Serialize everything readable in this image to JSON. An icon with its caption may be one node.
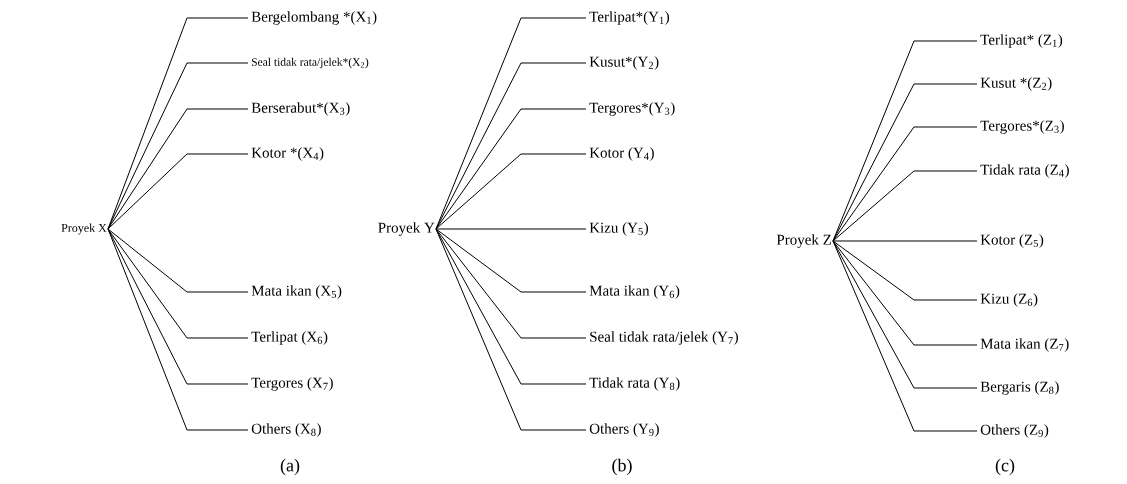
{
  "diagram": {
    "nodes": [
      {
        "text": [
          "Proyek X"
        ]
      },
      {
        "text": [
          "Bergelombang *(X$_{1}$)"
        ]
      },
      {
        "text": [
          "Seal tidak rata/jelek*(X$_{2}$)"
        ]
      },
      {
        "text": [
          "Berserabut*(X$_{3}$)"
        ]
      },
      {
        "text": [
          "Kotor *(X$_{4}$)"
        ]
      },
      {
        "text": [
          "Mata ikan (X$_{5}$)"
        ]
      },
      {
        "text": [
          "Terlipat (X$_{6}$)"
        ]
      },
      {
        "text": [
          "Tergores (X$_{7}$)"
        ]
      },
      {
        "text": [
          "Others (X$_{8}$)"
        ]
      },
      {
        "text": [
          "Proyek Y"
        ]
      },
      {
        "text": [
          "Terlipat*(Y$_{1}$)"
        ]
      },
      {
        "text": [
          "Kusut*(Y$_{2}$)"
        ]
      },
      {
        "text": [
          "Tergores*(Y$_{3}$)"
        ]
      },
      {
        "text": [
          "Kotor (Y$_{4}$)"
        ]
      },
      {
        "text": [
          "Kizu (Y$_{5}$)"
        ]
      },
      {
        "text": [
          "Mata ikan (Y$_{6}$)"
        ]
      },
      {
        "text": [
          "Seal tidak rata/jelek (Y$_{7}$)"
        ]
      },
      {
        "text": [
          "Tidak rata (Y$_{8}$)"
        ]
      },
      {
        "text": [
          "Others (Y$_{9}$)"
        ]
      },
      {
        "text": [
          "Proyek Z"
        ]
      },
      {
        "text": [
          "Terlipat* (Z$_{1}$)"
        ]
      },
      {
        "text": [
          "Kusut *(Z$_{2}$)"
        ]
      },
      {
        "text": [
          "Tergores*(Z$_{3}$)"
        ]
      },
      {
        "text": [
          "Tidak rata (Z$_{4}$)"
        ]
      },
      {
        "text": [
          "Kotor (Z$_{5}$)"
        ]
      },
      {
        "text": [
          "Kizu (Z$_{6}$)"
        ]
      },
      {
        "text": [
          "Mata ikan (Z$_{7}$)"
        ]
      },
      {
        "text": [
          "Bergaris (Z$_{8}$)"
        ]
      },
      {
        "text": [
          "Others (Z$_{9}$)"
        ]
      }
    ],
    "edges": [
      {
        "from": 0,
        "to": 1,
        "arrow": "none"
      },
      {
        "from": 0,
        "to": 2,
        "arrow": "none"
      },
      {
        "from": 0,
        "to": 3,
        "arrow": "none"
      },
      {
        "from": 0,
        "to": 4,
        "arrow": "none"
      },
      {
        "from": 0,
        "to": 5,
        "arrow": "none"
      },
      {
        "from": 0,
        "to": 6,
        "arrow": "none"
      },
      {
        "from": 0,
        "to": 7,
        "arrow": "none"
      },
      {
        "from": 0,
        "to": 8,
        "arrow": "none"
      },
      {
        "from": 9,
        "to": 10,
        "arrow": "none"
      },
      {
        "from": 9,
        "to": 11,
        "arrow": "none"
      },
      {
        "from": 9,
        "to": 12,
        "arrow": "none"
      },
      {
        "from": 9,
        "to": 13,
        "arrow": "none"
      },
      {
        "from": 9,
        "to": 14,
        "arrow": "none"
      },
      {
        "from": 9,
        "to": 15,
        "arrow": "none"
      },
      {
        "from": 9,
        "to": 16,
        "arrow": "none"
      },
      {
        "from": 9,
        "to": 17,
        "arrow": "none"
      },
      {
        "from": 9,
        "to": 18,
        "arrow": "none"
      },
      {
        "from": 19,
        "to": 20,
        "arrow": "none"
      },
      {
        "from": 19,
        "to": 21,
        "arrow": "none"
      },
      {
        "from": 19,
        "to": 22,
        "arrow": "none"
      },
      {
        "from": 19,
        "to": 23,
        "arrow": "none"
      },
      {
        "from": 19,
        "to": 24,
        "arrow": "none"
      },
      {
        "from": 19,
        "to": 25,
        "arrow": "none"
      },
      {
        "from": 19,
        "to": 26,
        "arrow": "none"
      },
      {
        "from": 19,
        "to": 27,
        "arrow": "none"
      },
      {
        "from": 19,
        "to": 28,
        "arrow": "none"
      }
    ],
    "labels": [
      "(a)",
      "(b)",
      "(c)"
    ]
  }
}
